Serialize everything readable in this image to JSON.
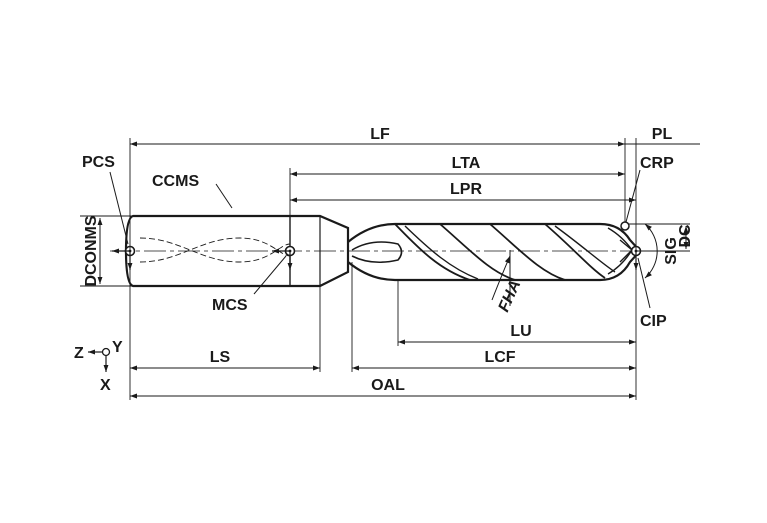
{
  "diagram": {
    "labels": {
      "lf": "LF",
      "pl": "PL",
      "pcs": "PCS",
      "ccms": "CCMS",
      "lta": "LTA",
      "crp": "CRP",
      "lpr": "LPR",
      "dc": "DC",
      "dconms": "DCONMS",
      "sig": "SIG",
      "mcs": "MCS",
      "fha": "FHA",
      "cip": "CIP",
      "lu": "LU",
      "z": "Z",
      "y": "Y",
      "x": "X",
      "ls": "LS",
      "lcf": "LCF",
      "oal": "OAL"
    }
  }
}
